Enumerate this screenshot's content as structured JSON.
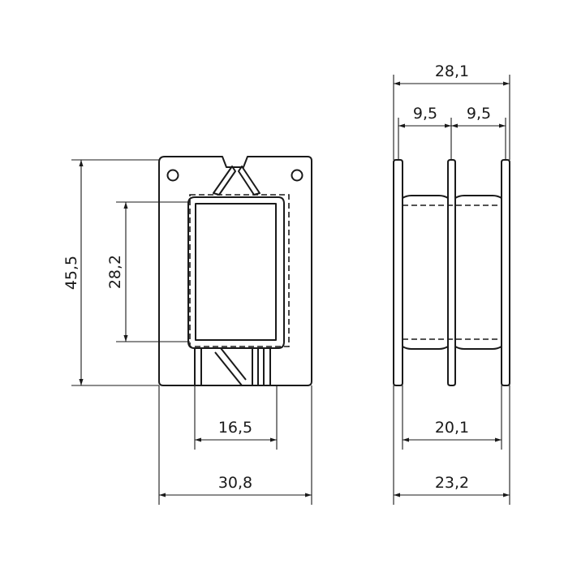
{
  "front_view": {
    "overall_width": "30,8",
    "overall_height": "45,5",
    "window_width": "16,5",
    "window_height": "28,2"
  },
  "side_view": {
    "overall_width": "28,1",
    "section_left": "9,5",
    "section_right": "9,5",
    "inner_width": "20,1",
    "flange_width": "23,2"
  }
}
